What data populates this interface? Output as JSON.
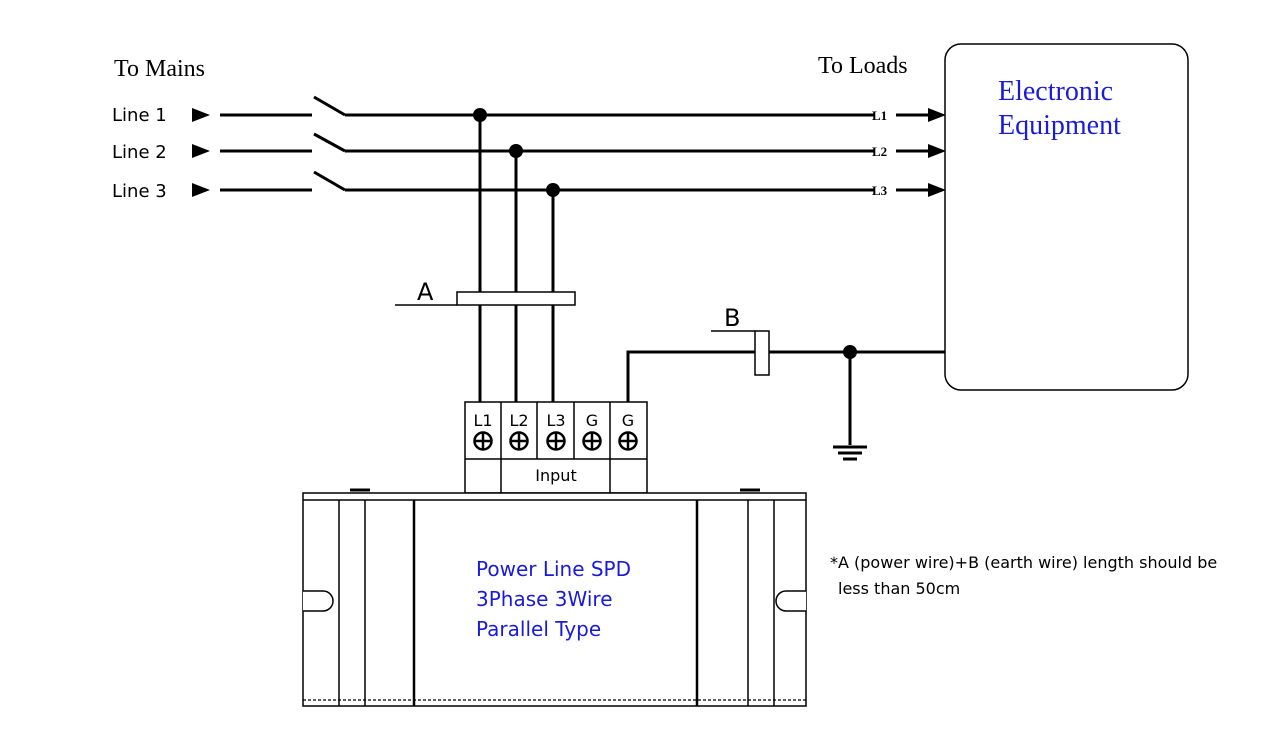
{
  "labels": {
    "to_mains": "To  Mains",
    "to_loads": "To  Loads",
    "line1": "Line 1",
    "line2": "Line 2",
    "line3": "Line 3",
    "load_l1": "L1",
    "load_l2": "L2",
    "load_l3": "L3",
    "marker_a": "A",
    "marker_b": "B"
  },
  "equipment": {
    "line1": "Electronic",
    "line2": "Equipment"
  },
  "terminals": [
    "L1",
    "L2",
    "L3",
    "G",
    "G"
  ],
  "terminal_caption": "Input",
  "device": {
    "line1": "Power Line SPD",
    "line2": "3Phase 3Wire",
    "line3": "Parallel Type"
  },
  "note": {
    "line1": "*A (power wire)+B (earth wire) length should be",
    "line2": "less than 50cm"
  },
  "colors": {
    "text_blue": "#1a1adc",
    "line": "#000000"
  }
}
